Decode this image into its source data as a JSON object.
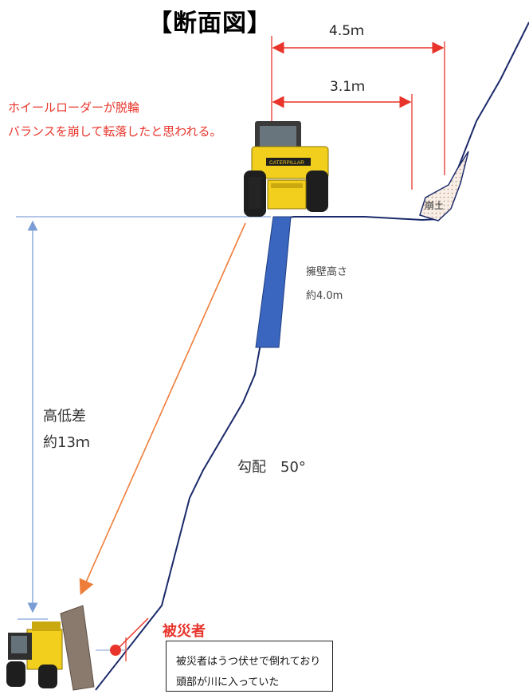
{
  "title": "【断面図】",
  "note_lines": [
    "ホイールローダーが脱輪",
    "バランスを崩して転落したと思われる。"
  ],
  "dimensions": {
    "upper": "4.5ｍ",
    "lower": "3.1ｍ"
  },
  "collapsed_soil_label": "崩土",
  "retaining_wall": {
    "line1": "擁壁高さ",
    "line2": "約4.0m"
  },
  "height_difference": {
    "line1": "高低差",
    "line2": "約13ｍ"
  },
  "slope_label": "勾配　50°",
  "victim_label": "被災者",
  "victim_description": [
    "被災者はうつ伏せで倒れており",
    "頭部が川に入っていた"
  ],
  "loader_brand": "CATERPILLAR",
  "colors": {
    "accent_red": "#e8342a",
    "wall_blue": "#3a66bf",
    "fall_arrow": "#ef7d3a",
    "dimension_blue": "#7a9dd6",
    "loader_yellow": "#f2cf1c"
  }
}
